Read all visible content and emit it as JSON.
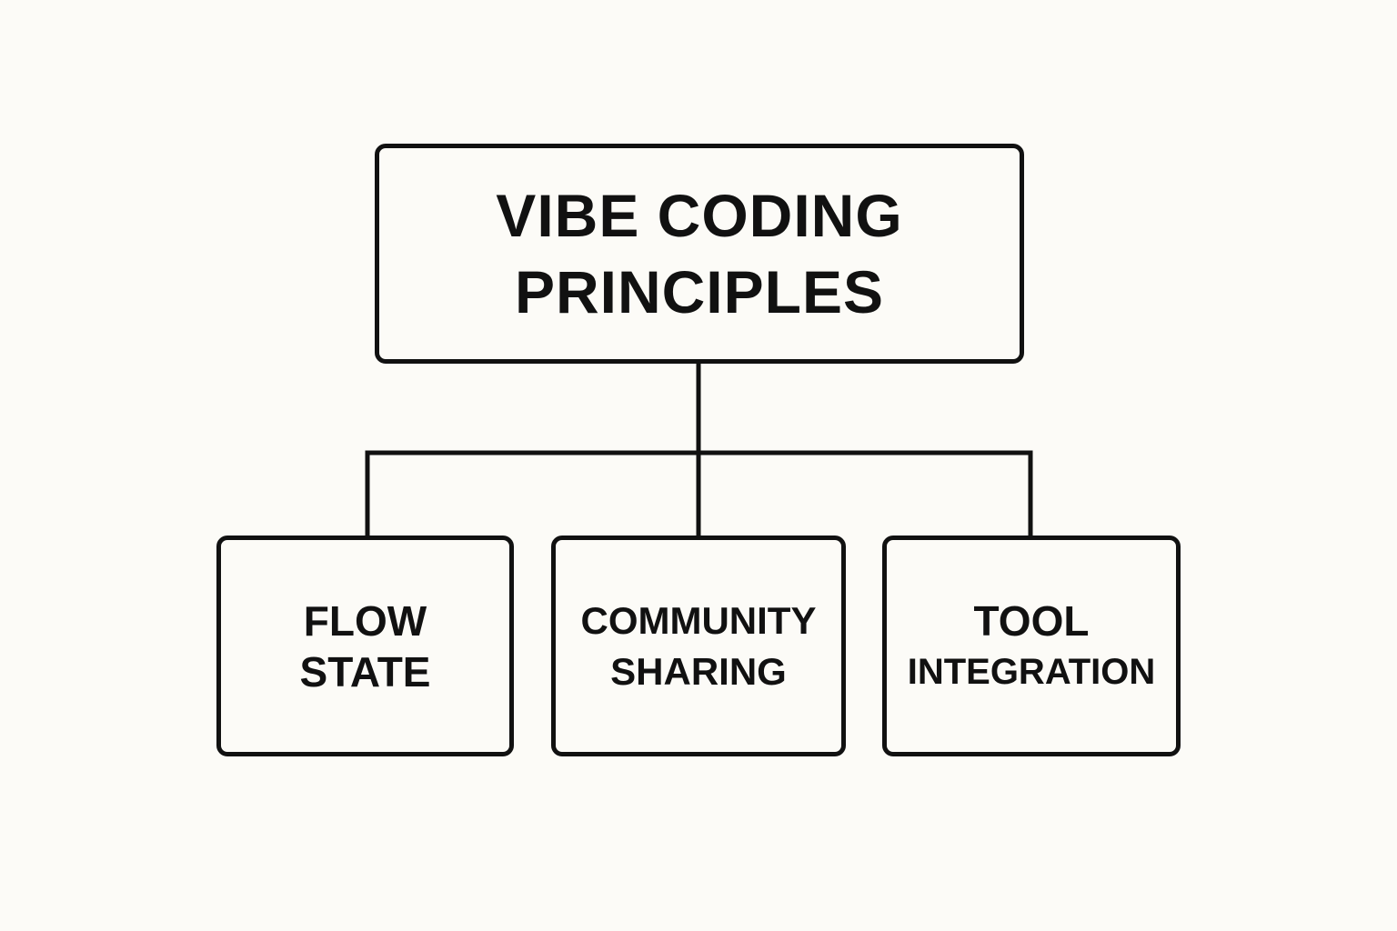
{
  "diagram": {
    "root": {
      "line1": "VIBE CODING",
      "line2": "PRINCIPLES"
    },
    "children": [
      {
        "line1": "FLOW",
        "line2": "STATE"
      },
      {
        "line1": "COMMUNITY",
        "line2": "SHARING"
      },
      {
        "line1": "TOOL",
        "line2": "INTEGRATION"
      }
    ]
  },
  "colors": {
    "background": "#fcfbf7",
    "stroke": "#111111",
    "text": "#111111"
  }
}
